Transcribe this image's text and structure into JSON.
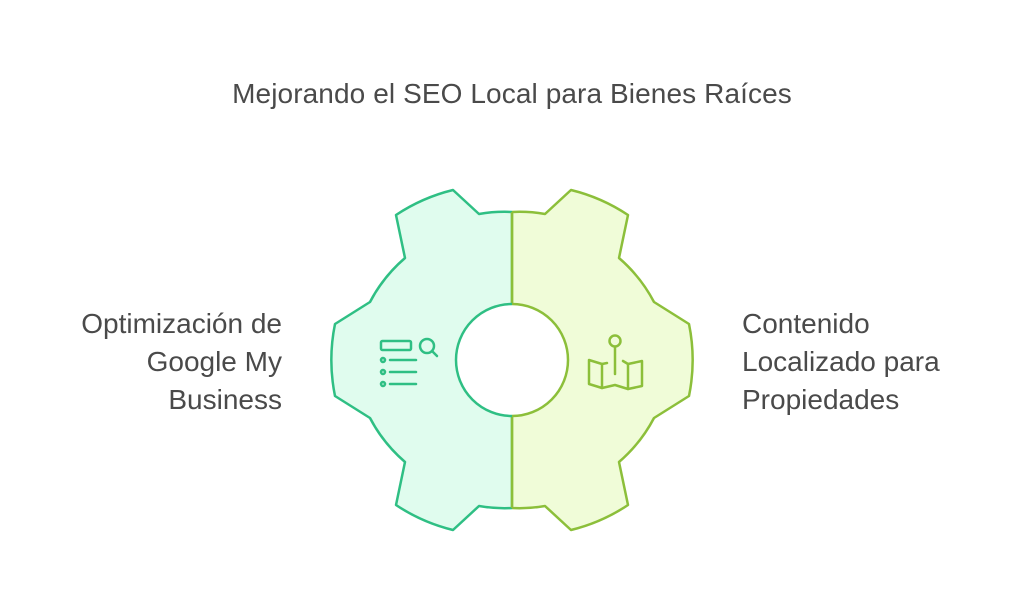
{
  "title": "Mejorando el SEO Local para Bienes Raíces",
  "segments": [
    {
      "label_lines": [
        "Optimización de",
        "Google My",
        "Business"
      ],
      "icon": "search-list-icon",
      "fill": "#e0fcee",
      "stroke": "#2fbf84"
    },
    {
      "label_lines": [
        "Contenido",
        "Localizado para",
        "Propiedades"
      ],
      "icon": "map-pin-icon",
      "fill": "#f0fcd8",
      "stroke": "#8cbf3a"
    }
  ],
  "colors": {
    "background": "#ffffff",
    "text": "#4a4a4a",
    "left_fill": "#e0fcee",
    "left_stroke": "#2fbf84",
    "right_fill": "#f0fcd8",
    "right_stroke": "#8cbf3a"
  }
}
